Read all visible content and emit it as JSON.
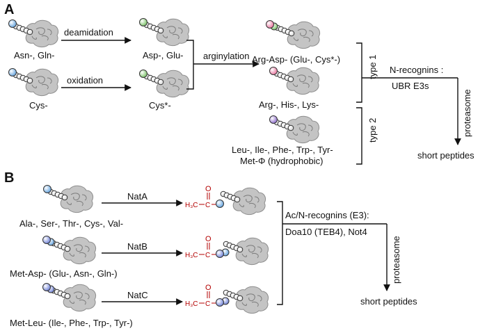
{
  "panelA": {
    "letter": "A",
    "substrates": {
      "asn_gln": "Asn-, Gln-",
      "cys": "Cys-",
      "asp_glu": "Asp-, Glu-",
      "cys_ox": "Cys*-",
      "arg_asp": "Arg-Asp- (Glu-, Cys*-)",
      "arg_his_lys": "Arg-, His-, Lys-",
      "hydrophobic_line1": "Leu-, Ile-, Phe-, Trp-, Tyr-",
      "hydrophobic_line2": "Met-Φ (hydrophobic)"
    },
    "steps": {
      "deamidation": "deamidation",
      "oxidation": "oxidation",
      "arginylation": "arginylation"
    },
    "types": {
      "type1": "type 1",
      "type2": "type 2"
    },
    "recognins_line1": "N-recognins :",
    "recognins_line2": "UBR E3s",
    "proteasome": "proteasome",
    "product": "short peptides"
  },
  "panelB": {
    "letter": "B",
    "rows": [
      {
        "substrate": "Ala-, Ser-, Thr-, Cys-, Val-",
        "enzyme": "NatA"
      },
      {
        "substrate": "Met-Asp- (Glu-, Asn-, Gln-)",
        "enzyme": "NatB"
      },
      {
        "substrate": "Met-Leu- (Ile-, Phe-, Trp-, Tyr-)",
        "enzyme": "NatC"
      }
    ],
    "acetyl": {
      "h3c": "H₃C",
      "c": "C",
      "o": "O"
    },
    "recognins_line1": "Ac/N-recognins (E3):",
    "recognins_line2": "Doa10 (TEB4), Not4",
    "proteasome": "proteasome",
    "product": "short peptides"
  },
  "colors": {
    "blob": "#c7c7c7",
    "blob_stroke": "#8a8a8a",
    "blue_bead": "#7fb5e6",
    "green_bead": "#9ad28a",
    "pink_bead": "#f09ab8",
    "purple_bead": "#a98ad6",
    "periwinkle_bead": "#8f9fe0",
    "acetyl": "#b30000"
  }
}
